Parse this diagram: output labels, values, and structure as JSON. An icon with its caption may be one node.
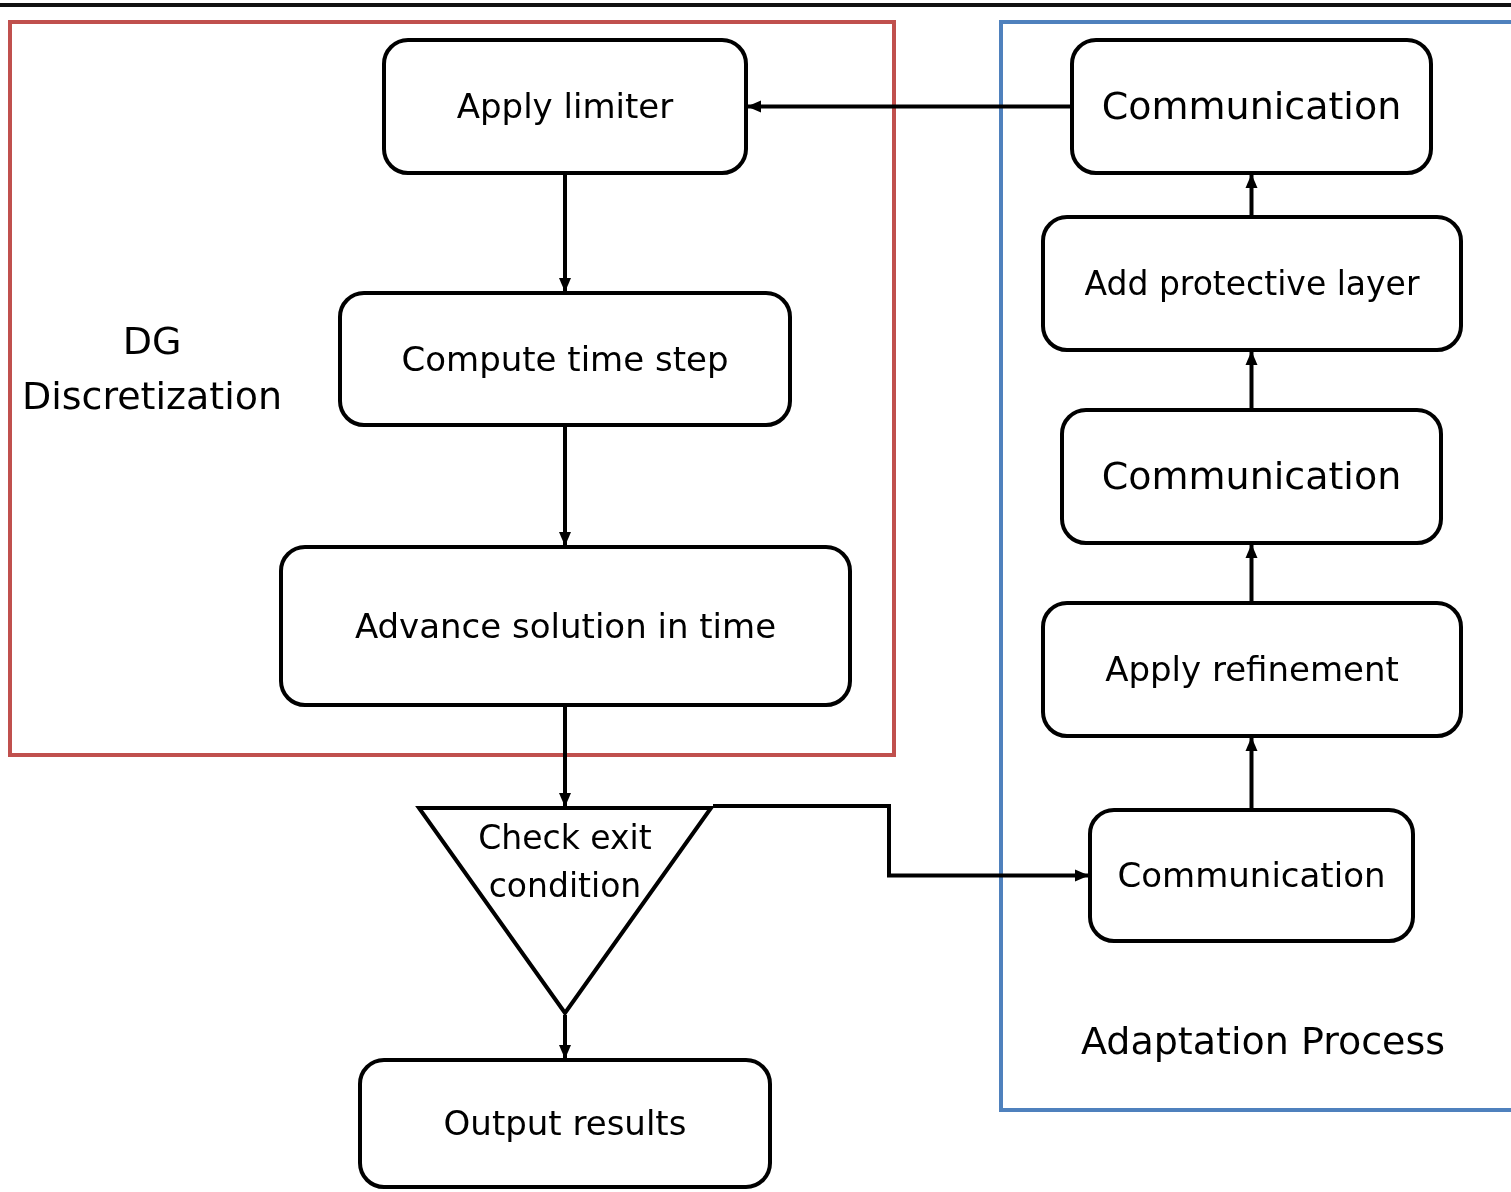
{
  "diagram": {
    "nodes": [
      {
        "text": [
          "DG Discretization"
        ]
      },
      {
        "text": [
          "Apply limiter"
        ],
        "in": 0
      },
      {
        "text": [
          "Compute time step"
        ],
        "in": 0
      },
      {
        "text": [
          "Advance solution in time"
        ],
        "in": 0
      },
      {
        "text": [
          "Check exit condition"
        ]
      },
      {
        "text": [
          "Output results"
        ]
      },
      {
        "text": [
          "Adaptation Process"
        ]
      },
      {
        "text": [
          "Communication"
        ],
        "in": 6
      },
      {
        "text": [
          "Add protective layer"
        ],
        "in": 6
      },
      {
        "text": [
          "Communication"
        ],
        "in": 6
      },
      {
        "text": [
          "Apply refinement"
        ],
        "in": 6
      },
      {
        "text": [
          "Communication"
        ],
        "in": 6
      }
    ],
    "edges": [
      {
        "from": 1,
        "to": 2,
        "arrow": "to"
      },
      {
        "from": 2,
        "to": 3,
        "arrow": "to"
      },
      {
        "from": 3,
        "to": 4,
        "arrow": "to"
      },
      {
        "from": 4,
        "to": 5,
        "arrow": "to"
      },
      {
        "from": 4,
        "to": 11,
        "arrow": "to"
      },
      {
        "from": 11,
        "to": 10,
        "arrow": "to"
      },
      {
        "from": 10,
        "to": 9,
        "arrow": "to"
      },
      {
        "from": 9,
        "to": 8,
        "arrow": "to"
      },
      {
        "from": 8,
        "to": 7,
        "arrow": "to"
      },
      {
        "from": 7,
        "to": 1,
        "arrow": "to"
      }
    ]
  }
}
